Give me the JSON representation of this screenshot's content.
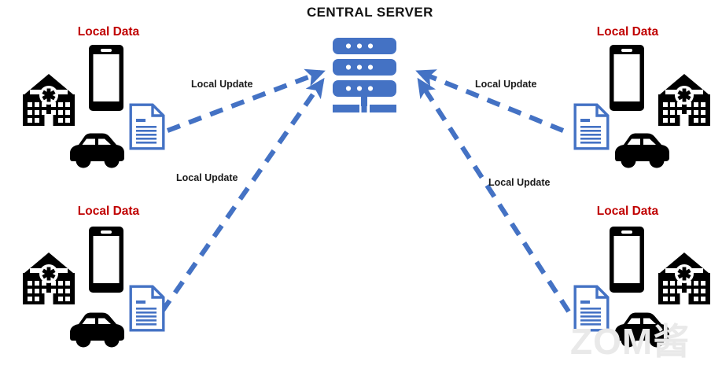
{
  "diagram": {
    "type": "federated-learning-architecture",
    "background_color": "#ffffff",
    "title": "CENTRAL SERVER",
    "colors": {
      "server_blue": "#4472C4",
      "arrow_blue": "#4472C4",
      "document_blue": "#4472C4",
      "local_data_red": "#C00000",
      "icon_black": "#000000",
      "title_black": "#141414",
      "watermark_gray": "#E9E9E9"
    }
  },
  "server": {
    "label": "CENTRAL SERVER",
    "icon_name": "server-stack-icon",
    "bar_count": 3,
    "dots_per_bar": 3
  },
  "clients": [
    {
      "id": "client-top-left",
      "label": "Local Data",
      "position": "top-left",
      "mirrored": false,
      "icons": [
        "hospital-icon",
        "smartphone-icon",
        "car-icon",
        "document-icon"
      ]
    },
    {
      "id": "client-top-right",
      "label": "Local Data",
      "position": "top-right",
      "mirrored": true,
      "icons": [
        "document-icon",
        "smartphone-icon",
        "hospital-icon",
        "car-icon"
      ]
    },
    {
      "id": "client-bottom-left",
      "label": "Local Data",
      "position": "bottom-left",
      "mirrored": false,
      "icons": [
        "hospital-icon",
        "smartphone-icon",
        "car-icon",
        "document-icon"
      ]
    },
    {
      "id": "client-bottom-right",
      "label": "Local Data",
      "position": "bottom-right",
      "mirrored": true,
      "icons": [
        "document-icon",
        "smartphone-icon",
        "hospital-icon",
        "car-icon"
      ]
    }
  ],
  "connections": [
    {
      "id": "edge-top-left",
      "label": "Local Update",
      "from": "client-top-left",
      "to": "server",
      "style": "dashed",
      "arrowhead": true
    },
    {
      "id": "edge-top-right",
      "label": "Local Update",
      "from": "client-top-right",
      "to": "server",
      "style": "dashed",
      "arrowhead": true
    },
    {
      "id": "edge-bottom-left",
      "label": "Local Update",
      "from": "client-bottom-left",
      "to": "server",
      "style": "dashed",
      "arrowhead": true
    },
    {
      "id": "edge-bottom-right",
      "label": "Local Update",
      "from": "client-bottom-right",
      "to": "server",
      "style": "dashed",
      "arrowhead": true
    }
  ],
  "watermark": {
    "text": "ZOM酱"
  }
}
